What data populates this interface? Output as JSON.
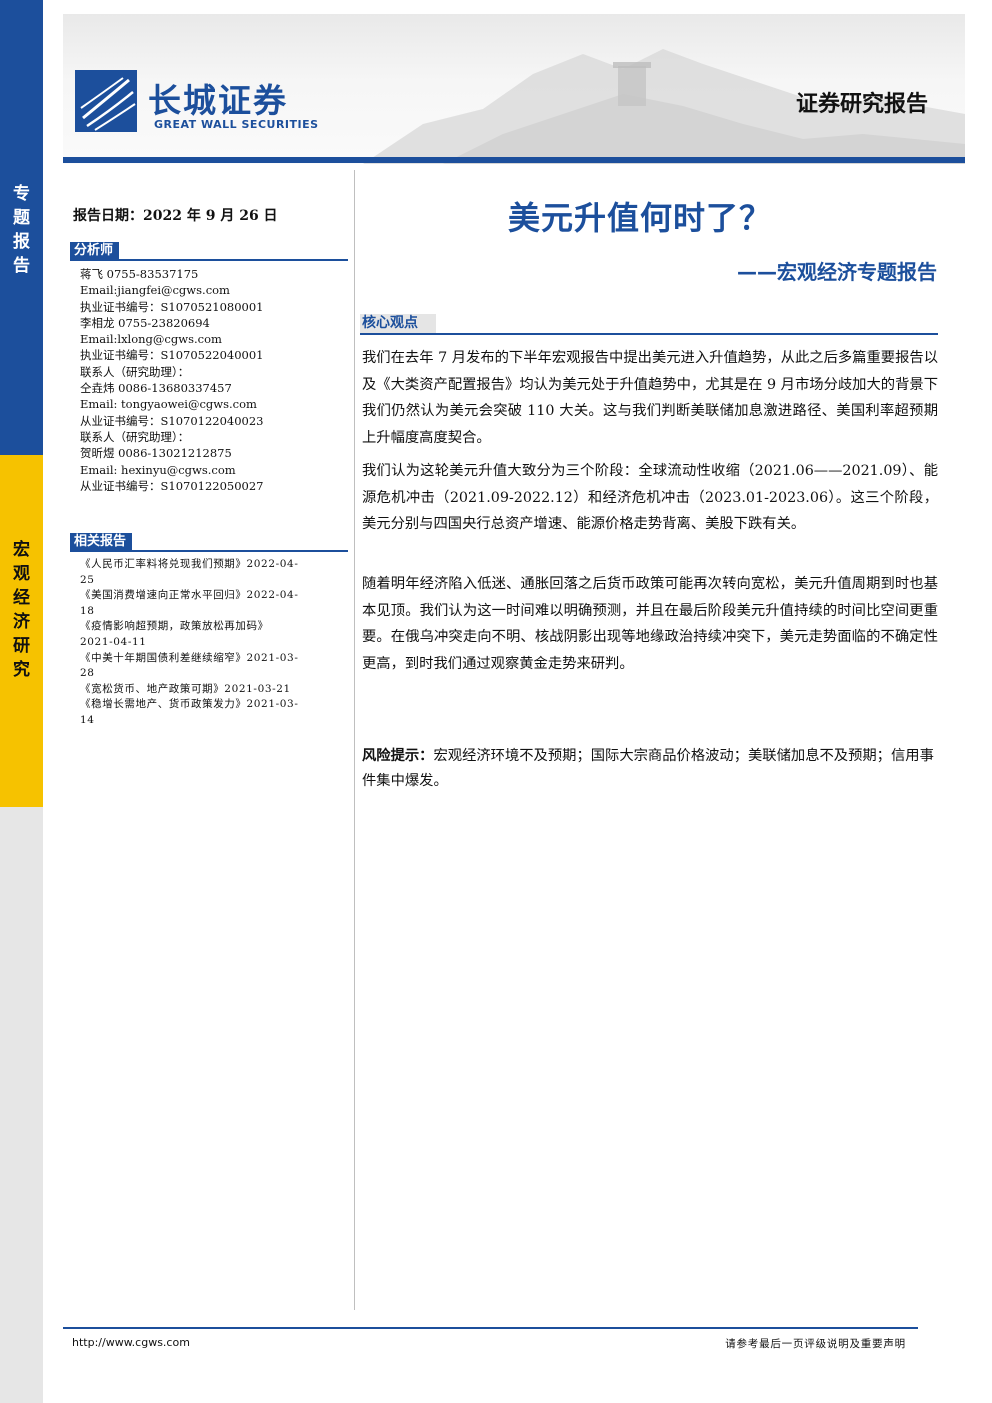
{
  "sidebar": {
    "top_label": "专题报告",
    "mid_label": "宏观经济研究"
  },
  "header": {
    "logo_cn": "长城证券",
    "logo_en": "GREAT WALL SECURITIES",
    "right_title": "证券研究报告"
  },
  "report": {
    "date_line": "报告日期：2022 年 9 月 26 日",
    "title": "美元升值何时了？",
    "subtitle": "——宏观经济专题报告"
  },
  "analysts_section": {
    "label": "分析师",
    "lines": [
      "蒋飞 0755-83537175",
      "Email:jiangfei@cgws.com",
      "执业证书编号：S1070521080001",
      "李相龙 0755-23820694",
      "Email:lxlong@cgws.com",
      "执业证书编号：S1070522040001",
      "联系人（研究助理）：",
      "仝垚炜 0086-13680337457",
      "Email: tongyaowei@cgws.com",
      "从业证书编号：S1070122040023",
      "联系人（研究助理）：",
      "贺昕煜 0086-13021212875",
      "Email: hexinyu@cgws.com",
      "从业证书编号：S1070122050027"
    ]
  },
  "related_section": {
    "label": "相关报告",
    "lines": [
      "《人民币汇率料将兑现我们预期》2022-04-",
      "25",
      "《美国消费增速向正常水平回归》2022-04-",
      "18",
      "《疫情影响超预期，政策放松再加码》",
      "2021-04-11",
      "《中美十年期国债利差继续缩窄》2021-03-",
      "28",
      "《宽松货币、地产政策可期》2021-03-21",
      "《稳增长需地产、货币政策发力》2021-03-",
      "14"
    ]
  },
  "core": {
    "label": "核心观点",
    "paragraphs": [
      "我们在去年 7 月发布的下半年宏观报告中提出美元进入升值趋势，从此之后多篇重要报告以及《大类资产配置报告》均认为美元处于升值趋势中，尤其是在 9 月市场分歧加大的背景下我们仍然认为美元会突破 110 大关。这与我们判断美联储加息激进路径、美国利率超预期上升幅度高度契合。",
      "我们认为这轮美元升值大致分为三个阶段：全球流动性收缩（2021.06——2021.09）、能源危机冲击（2021.09-2022.12）和经济危机冲击（2023.01-2023.06）。这三个阶段，美元分别与四国央行总资产增速、能源价格走势背离、美股下跌有关。",
      "随着明年经济陷入低迷、通胀回落之后货币政策可能再次转向宽松，美元升值周期到时也基本见顶。我们认为这一时间难以明确预测，并且在最后阶段美元升值持续的时间比空间更重要。在俄乌冲突走向不明、核战阴影出现等地缘政治持续冲突下，美元走势面临的不确定性更高，到时我们通过观察黄金走势来研判。"
    ],
    "risk_label": "风险提示：",
    "risk_text": "宏观经济环境不及预期；国际大宗商品价格波动；美联储加息不及预期；信用事件集中爆发。"
  },
  "footer": {
    "url": "http://www.cgws.com",
    "note": "请参考最后一页评级说明及重要声明"
  },
  "colors": {
    "brand_blue": "#1c4f9c",
    "accent_yellow": "#f6c200",
    "strip_gray": "#e6e6e6"
  }
}
